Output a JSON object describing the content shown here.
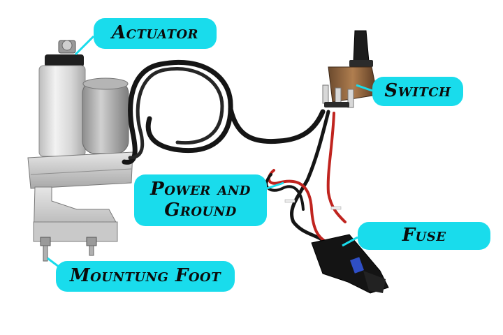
{
  "labels": {
    "actuator": "Actuator",
    "switch": "Switch",
    "power_line1": "Power and",
    "power_line2": "Ground",
    "fuse": "Fuse",
    "mounting_foot": "Mountung Foot"
  },
  "colors": {
    "callout_fill": "#19dcec",
    "callout_text": "#0b0b0b",
    "background": "#ffffff",
    "wire_black": "#151515",
    "wire_red": "#c0241f"
  }
}
